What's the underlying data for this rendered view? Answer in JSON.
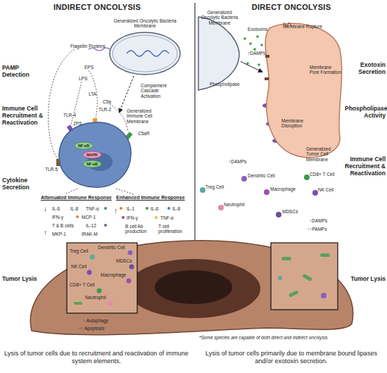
{
  "diagram": {
    "nodes": [
      {
        "text": [
          "INDIRECT ONCOLYSIS"
        ]
      },
      {
        "text": [
          "DIRECT ONCOLYSIS"
        ]
      },
      {
        "text": [
          "Generalized Oncolytic Bacteria Membrane"
        ],
        "in": 0
      },
      {
        "text": [
          "Generalized Immune Cell Membrane"
        ],
        "in": 0
      },
      {
        "text": [
          "NF-κB"
        ],
        "in": 3
      },
      {
        "text": [
          "MAPK"
        ],
        "in": 3
      },
      {
        "text": [
          "NF-κB"
        ],
        "in": 3
      },
      {
        "text": [
          "Treg Cell",
          "Dendritic Cell",
          "MDSCs",
          "NK Cell",
          "Macrophage",
          "CD8+ T Cell",
          "Neutrophil"
        ],
        "in": 0
      },
      {
        "text": [
          "Generalized Oncolytic Bacteria Membrane"
        ],
        "in": 1
      },
      {
        "text": [
          "Generalized Tumor Cell Membrane"
        ],
        "in": 1
      }
    ],
    "edges": [
      {
        "from": 2,
        "to": 3,
        "arrow": "to"
      },
      {
        "from": 8,
        "to": 9,
        "arrow": "to"
      }
    ],
    "labels": [
      "PAMP Detection",
      "Immune Cell Recruitment & Reactivation",
      "Cytokine Secretion",
      "Tumor Lysis",
      "Exotoxin Secretion",
      "Phospholipase Activity",
      "Immune Cell Recruitment & Reactivation",
      "Tumor Lysis",
      "Flagellin Proteins",
      "EPS",
      "LPS",
      "LTA",
      "C5a",
      "Complement Cascade Activation",
      "TLR-5",
      "TLR-4",
      "ZPS",
      "TLR-2",
      "C5aR",
      "Attenuated Immune Response",
      "Enhanced Immune Response",
      "↓",
      "IL-6",
      "IL-8",
      "TNF-α",
      "IFN-γ",
      "MCP-1",
      "T & B cells",
      "IL-12",
      "↑",
      "MKP-1",
      "IRAK-M",
      "↑",
      "IL-1",
      "IL-6",
      "IL-8",
      "IFN-γ",
      "TNF-α",
      "B cell Ab production",
      "T cell proliferation",
      "↑ Autophagy",
      "↑↑ Apoptosis",
      "Exotoxins",
      "Membrane Rupture",
      "↑DAMPs",
      "Phospholipase",
      "Membrane Pore Formation",
      "Membrane Disruption",
      "↑DAMPs",
      "Dendritic Cell",
      "CD8+ T Cell",
      "Treg Cell",
      "Macrophage",
      "NK Cell",
      "Neutrophil",
      "MDSCs",
      "↑DAMPs",
      "↑↑PAMPs",
      "*Some species are capable of both direct and indirect oncolysis",
      "Lysis of tumor cells due to recruitment and reactivation of immune system elements.",
      "Lysis of tumor cells primarily due to membrane bound lipases and/or exotoxin secretion."
    ]
  }
}
